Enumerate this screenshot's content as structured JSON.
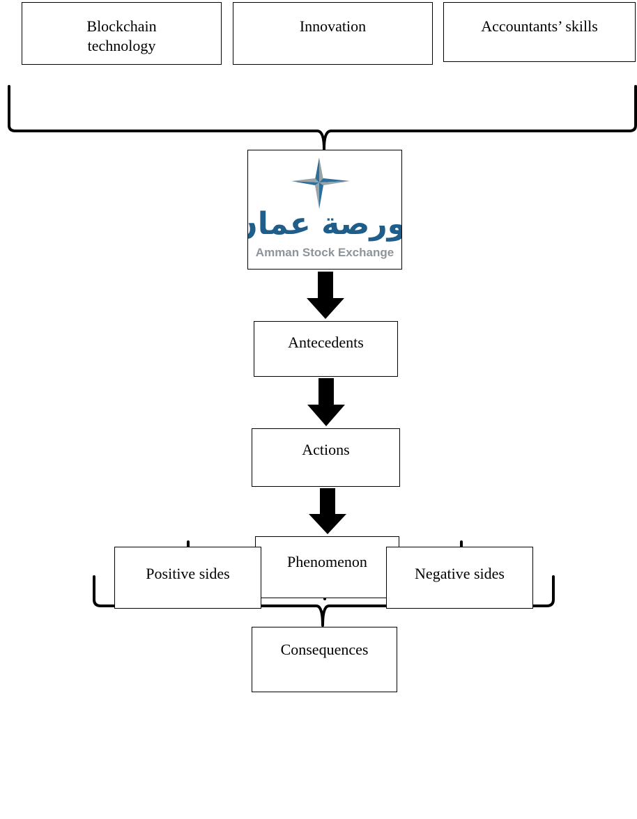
{
  "diagram": {
    "inputs": [
      {
        "label": "Blockchain technology"
      },
      {
        "label": "Innovation"
      },
      {
        "label": "Accountants’ skills"
      }
    ],
    "logo": {
      "arabic_text": "بورصة عمان",
      "latin_text": "Amman Stock Exchange",
      "colors": {
        "star_blue": "#2c6f9b",
        "star_grey": "#9aa3a8",
        "arabic_text": "#1f5e8a",
        "latin_text": "#8d959b"
      }
    },
    "flow": [
      {
        "label": "Antecedents"
      },
      {
        "label": "Actions"
      },
      {
        "label": "Phenomenon"
      }
    ],
    "branches": [
      {
        "label": "Positive sides"
      },
      {
        "label": "Negative sides"
      }
    ],
    "result": {
      "label": "Consequences"
    },
    "colors": {
      "stroke": "#000000",
      "text": "#000000",
      "background": "#ffffff"
    }
  }
}
